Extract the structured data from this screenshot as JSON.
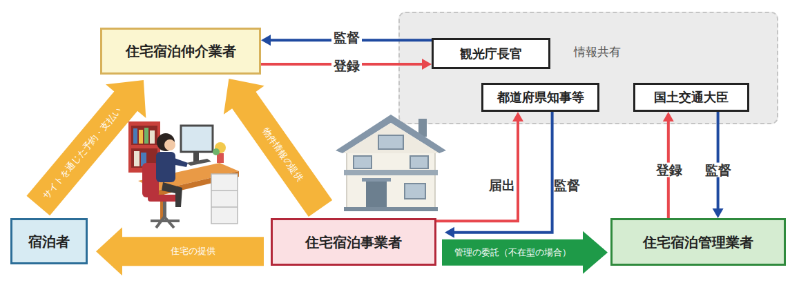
{
  "diagram": {
    "nodes": [
      {
        "text": [
          "住宅宿泊仲介業者"
        ]
      },
      {
        "text": [
          "情報共有"
        ]
      },
      {
        "text": [
          "観光庁長官"
        ],
        "in": 1
      },
      {
        "text": [
          "都道府県知事等"
        ],
        "in": 1
      },
      {
        "text": [
          "国土交通大臣"
        ],
        "in": 1
      },
      {
        "text": [
          "宿泊者"
        ]
      },
      {
        "text": [
          "住宅宿泊事業者"
        ]
      },
      {
        "text": [
          "住宅宿泊管理業者"
        ]
      }
    ],
    "edges": [
      {
        "from": 2,
        "to": 0,
        "label": "監督",
        "arrow": "to"
      },
      {
        "from": 0,
        "to": 2,
        "label": "登録",
        "arrow": "to"
      },
      {
        "from": 6,
        "to": 3,
        "label": "届出",
        "arrow": "to"
      },
      {
        "from": 3,
        "to": 6,
        "label": "監督",
        "arrow": "to"
      },
      {
        "from": 7,
        "to": 4,
        "label": "登録",
        "arrow": "to"
      },
      {
        "from": 4,
        "to": 7,
        "label": "監督",
        "arrow": "to"
      },
      {
        "from": 5,
        "to": 0,
        "label": "サイトを通じた予約・支払い",
        "arrow": "to"
      },
      {
        "from": 6,
        "to": 0,
        "label": "物件情報の提供",
        "arrow": "to"
      },
      {
        "from": 6,
        "to": 5,
        "label": "住宅の提供",
        "arrow": "to"
      },
      {
        "from": 6,
        "to": 7,
        "label": "管理の委託（不在型の場合）",
        "arrow": "to"
      }
    ]
  }
}
